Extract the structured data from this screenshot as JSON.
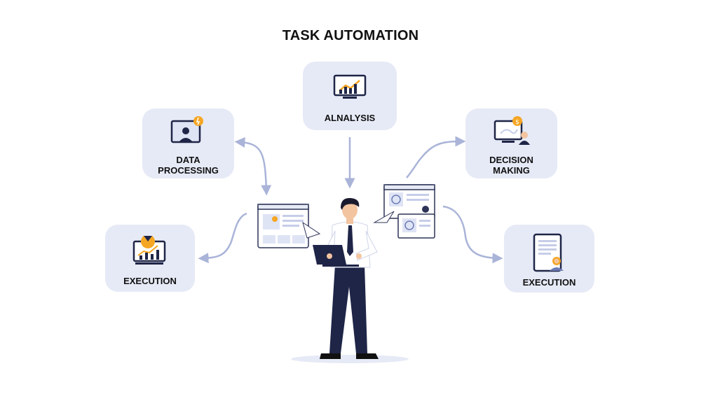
{
  "title": "TASK AUTOMATION",
  "nodes": {
    "analysis": {
      "label": "ALNALYSIS",
      "icon": "trend-monitor-icon"
    },
    "data_processing": {
      "label_line1": "DATA",
      "label_line2": "PROCESSING",
      "icon": "monitor-person-icon"
    },
    "decision_making": {
      "label_line1": "DECISION",
      "label_line2": "MAKING",
      "icon": "decision-monitor-icon"
    },
    "execution_left": {
      "label": "EXECUTION",
      "icon": "bar-chart-monitor-icon"
    },
    "execution_right": {
      "label": "EXECUTION",
      "icon": "tablet-document-icon"
    }
  },
  "center": {
    "figure": "person-with-laptop"
  },
  "stock_id": "Adobe Stock | #1844287099",
  "colors": {
    "box_bg": "#e6eaf6",
    "arrow": "#aab4d8",
    "accent_orange": "#f5a623",
    "navy": "#1f2547"
  }
}
